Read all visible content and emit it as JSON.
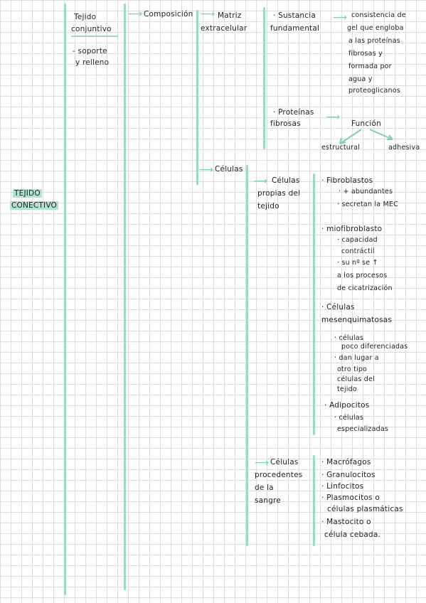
{
  "root": {
    "title_line1": "TEJIDO",
    "title_line2": "CONECTIVO"
  },
  "tejido": {
    "line1": "Tejido",
    "line2": "conjuntivo",
    "support_line1": "- soporte",
    "support_line2": "y relleno"
  },
  "composicion": "Composición",
  "matriz": {
    "line1": "Matriz",
    "line2": "extracelular"
  },
  "sustancia": {
    "line1": "· Sustancia",
    "line2": "fundamental",
    "desc": [
      "consistencia de",
      "gel que engloba",
      "a las proteínas",
      "fibrosas y",
      "formada por",
      "agua y",
      "proteoglicanos"
    ]
  },
  "proteinas": {
    "line1": "· Proteínas",
    "line2": "fibrosas",
    "funcion": "Función",
    "estructural": "estructural",
    "adhesiva": "adhesiva"
  },
  "celulas": "Células",
  "propias": {
    "line1": "Células",
    "line2": "propias del",
    "line3": "tejido",
    "fibroblastos": {
      "title": "· Fibroblastos",
      "items": [
        "· + abundantes",
        "· secretan la MEC"
      ]
    },
    "miofibroblasto": {
      "title": "· miofibroblasto",
      "items": [
        "· capacidad",
        "contráctil",
        "· su nº se ↑",
        "a los procesos",
        "de cicatrización"
      ]
    },
    "mesenquimatosas": {
      "title_line1": "·   Células",
      "title_line2": "mesenquimatosas",
      "items": [
        "· células",
        "poco diferenciadas",
        "· dan lugar a",
        "otro tipo",
        "células del",
        "tejido"
      ]
    },
    "adipocitos": {
      "title": "· Adipocitos",
      "items": [
        "· células",
        "especializadas"
      ]
    }
  },
  "procedentes": {
    "line1": "Células",
    "line2": "procedentes",
    "line3": "de la",
    "line4": "sangre",
    "items": [
      "· Macrófagos",
      "· Granulocitos",
      "· Linfocitos",
      "· Plasmocitos o",
      "células plasmáticas",
      "· Mastocito o",
      "célula cebada."
    ]
  }
}
